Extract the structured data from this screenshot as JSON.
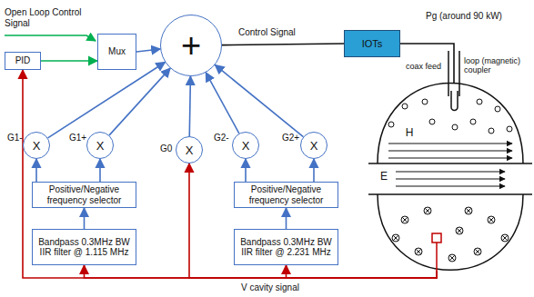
{
  "diagram": {
    "nodes": [
      {
        "text": [
          "Mux"
        ]
      },
      {
        "text": [
          "PID"
        ]
      },
      {
        "text": [
          "+"
        ]
      },
      {
        "text": [
          "IOTs"
        ]
      },
      {
        "text": [
          "X"
        ]
      },
      {
        "text": [
          "X"
        ]
      },
      {
        "text": [
          "X"
        ]
      },
      {
        "text": [
          "X"
        ]
      },
      {
        "text": [
          "X"
        ]
      },
      {
        "text": [
          "Positive/Negative frequency selector"
        ]
      },
      {
        "text": [
          "Bandpass 0.3MHz BW IIR filter @ 1.115 MHz"
        ]
      },
      {
        "text": [
          "Positive/Negative frequency selector"
        ]
      },
      {
        "text": [
          "Bandpass 0.3MHz BW IIR filter @ 2.231 MHz"
        ]
      },
      {
        "text": [
          "H",
          "E"
        ]
      }
    ],
    "edges": [
      {
        "from": 1,
        "to": 0,
        "arrow": "to"
      },
      {
        "from": 0,
        "to": 2,
        "arrow": "to"
      },
      {
        "from": 10,
        "to": 9,
        "arrow": "to"
      },
      {
        "from": 9,
        "to": 4,
        "arrow": "to"
      },
      {
        "from": 9,
        "to": 5,
        "arrow": "to"
      },
      {
        "from": 4,
        "to": 2,
        "arrow": "to"
      },
      {
        "from": 5,
        "to": 2,
        "arrow": "to"
      },
      {
        "from": 6,
        "to": 2,
        "arrow": "to"
      },
      {
        "from": 12,
        "to": 11,
        "arrow": "to"
      },
      {
        "from": 11,
        "to": 7,
        "arrow": "to"
      },
      {
        "from": 11,
        "to": 8,
        "arrow": "to"
      },
      {
        "from": 7,
        "to": 2,
        "arrow": "to"
      },
      {
        "from": 8,
        "to": 2,
        "arrow": "to"
      },
      {
        "from": 2,
        "to": 3,
        "label": "Control Signal",
        "arrow": "none"
      },
      {
        "from": 3,
        "to": 13,
        "label": "Pg (around 90 kW)",
        "arrow": "none"
      },
      {
        "from": 13,
        "to": 1,
        "arrow": "to"
      },
      {
        "from": 13,
        "to": 6,
        "arrow": "to"
      },
      {
        "from": 13,
        "to": 10,
        "arrow": "to"
      },
      {
        "from": 13,
        "to": 12,
        "arrow": "to"
      }
    ],
    "labels": [
      "Open Loop Control Signal",
      "G1-",
      "G1+",
      "G0",
      "G2-",
      "G2+",
      "coax feed",
      "loop (magnetic) coupler",
      "V cavity signal"
    ]
  }
}
